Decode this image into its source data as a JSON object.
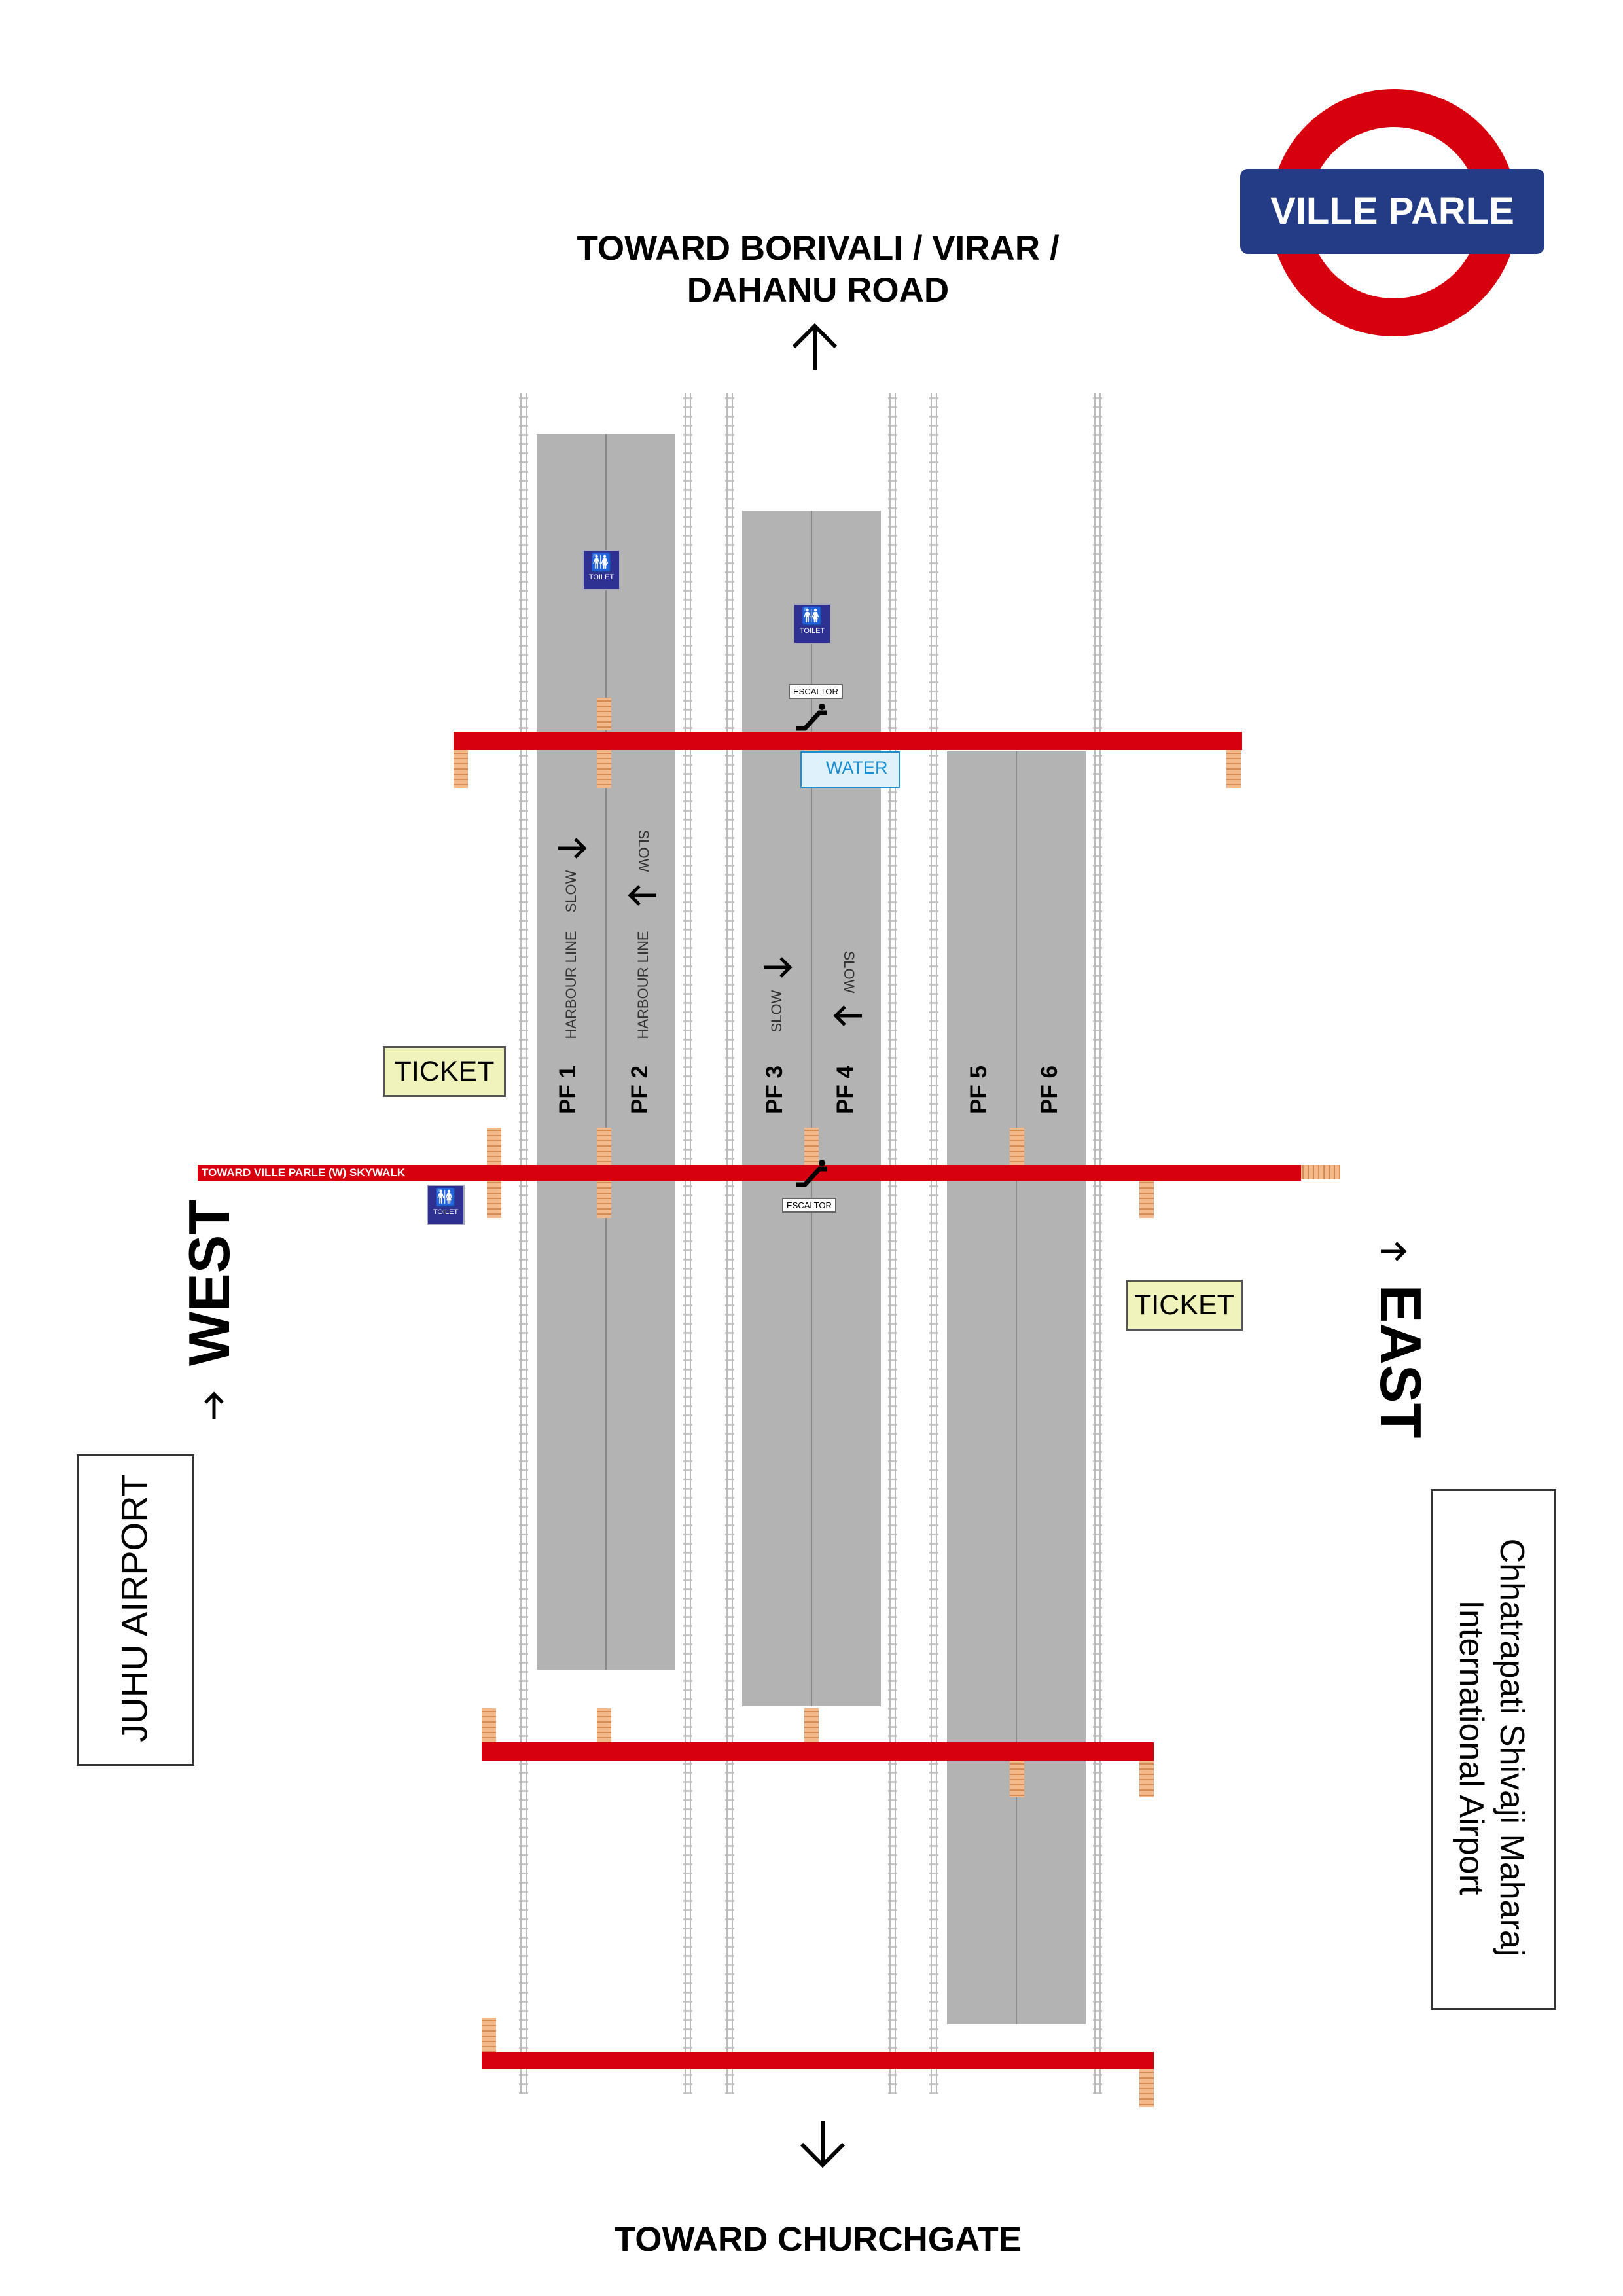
{
  "station_name": "VILLE PARLE",
  "north_direction": "TOWARD BORIVALI / VIRAR / DAHANU ROAD",
  "south_direction": "TOWARD CHURCHGATE",
  "west_label": "WEST",
  "east_label": "EAST",
  "west_destination": "JUHU AIRPORT",
  "east_destination_line1": "Chhatrapati Shivaji Maharaj",
  "east_destination_line2": "International Airport",
  "skywalk_label": "TOWARD VILLE PARLE (W) SKYWALK",
  "ticket_label": "TICKET",
  "toilet_label": "TOILET",
  "escalator_label": "ESCALTOR",
  "water_label": "WATER",
  "platforms": [
    "PF 1",
    "PF 2",
    "PF 3",
    "PF 4",
    "PF 5",
    "PF 6"
  ],
  "line_harbour": "HARBOUR LINE",
  "line_slow": "SLOW",
  "colors": {
    "bridge_red": "#d7000f",
    "roundel_red": "#d7000f",
    "roundel_blue": "#243c85",
    "platform_grey": "#b3b3b3",
    "stairs": "#f3b98a",
    "ticket_bg": "#f1f3bc",
    "toilet_blue": "#2e3192",
    "water_blue": "#1b8fd1"
  }
}
